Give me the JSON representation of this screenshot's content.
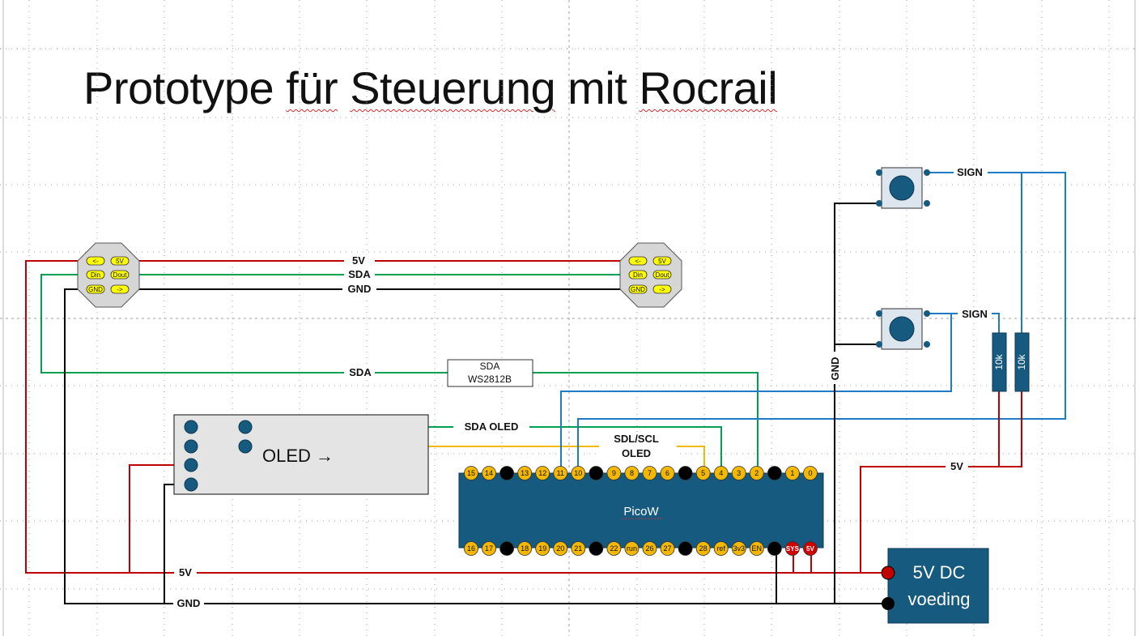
{
  "title": {
    "part1": "Prototype ",
    "part2": "für",
    "part3": " ",
    "part4": "Steuerung",
    "part5": " mit ",
    "part6": "Rocrail"
  },
  "wires": {
    "v5_top": "5V",
    "sda_top": "SDA",
    "gnd_top": "GND",
    "sda_mid": "SDA",
    "sda_oled": "SDA OLED",
    "sdl_scl": "SDL/SCL",
    "oled_wire": "OLED",
    "sign1": "SIGN",
    "sign2": "SIGN",
    "v5_right": "5V",
    "v5_bottom": "5V",
    "gnd_bottom": "GND",
    "gnd_vertical": "GND"
  },
  "ws_label": {
    "line1": "SDA",
    "line2": "WS2812B"
  },
  "led_left": {
    "pins": [
      "<-",
      "5V",
      "Din",
      "Dout",
      "GND",
      "->"
    ]
  },
  "led_right": {
    "pins": [
      "<-",
      "5V",
      "Din",
      "Dout",
      "GND",
      "->"
    ]
  },
  "oled": {
    "label": "OLED →"
  },
  "pico": {
    "label": "PicoW",
    "top_pins": [
      "15",
      "14",
      "",
      "13",
      "12",
      "11",
      "10",
      "",
      "9",
      "8",
      "7",
      "6",
      "",
      "5",
      "4",
      "3",
      "2",
      "",
      "1",
      "0"
    ],
    "bottom_pins": [
      "16",
      "17",
      "",
      "18",
      "19",
      "20",
      "21",
      "",
      "22",
      "run",
      "26",
      "27",
      "",
      "28",
      "ref",
      "3v3",
      "EN",
      "",
      "SYS",
      "5V"
    ]
  },
  "resistors": [
    "10k",
    "10k"
  ],
  "psu": {
    "line1": "5V DC",
    "line2": "voeding"
  },
  "colors": {
    "red": "#c00000",
    "green": "#00a050",
    "blue": "#1f7bc4",
    "yellow": "#f5b800",
    "black": "#000000",
    "pico": "#175a80",
    "oled_bg": "#e4e4e4",
    "led_body": "#d6d6d6",
    "pad": "#ffff00"
  }
}
